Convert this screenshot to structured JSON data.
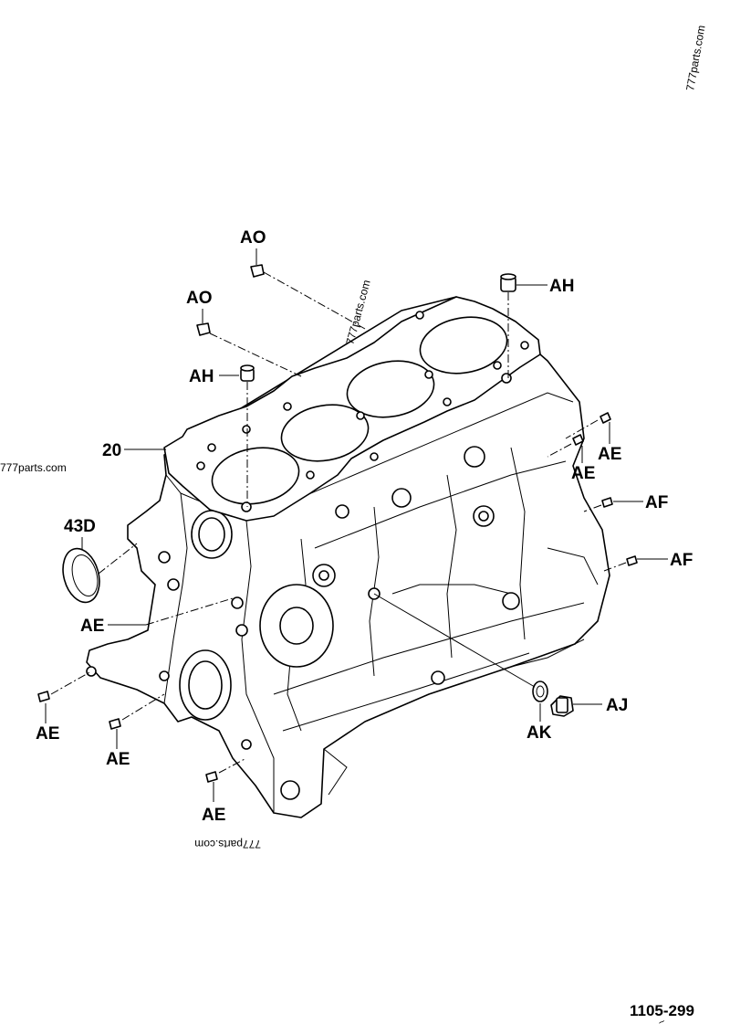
{
  "callouts": {
    "ao_top": "AO",
    "ao_left": "AO",
    "ah_right": "AH",
    "ah_left": "AH",
    "part_20": "20",
    "part_43d": "43D",
    "ae_right_upper": "AE",
    "ae_right_lower": "AE",
    "af_upper": "AF",
    "af_lower": "AF",
    "ae_left_mid": "AE",
    "ae_bottom_1": "AE",
    "ae_bottom_2": "AE",
    "ae_bottom_3": "AE",
    "aj": "AJ",
    "ak": "AK"
  },
  "watermarks": {
    "top_right": "777parts.com",
    "center_gasket": "777parts.com",
    "left_edge": "777parts.com",
    "bottom_mirrored": "777parts.com"
  },
  "reference_number": "1105-299",
  "corner_mark": "~"
}
